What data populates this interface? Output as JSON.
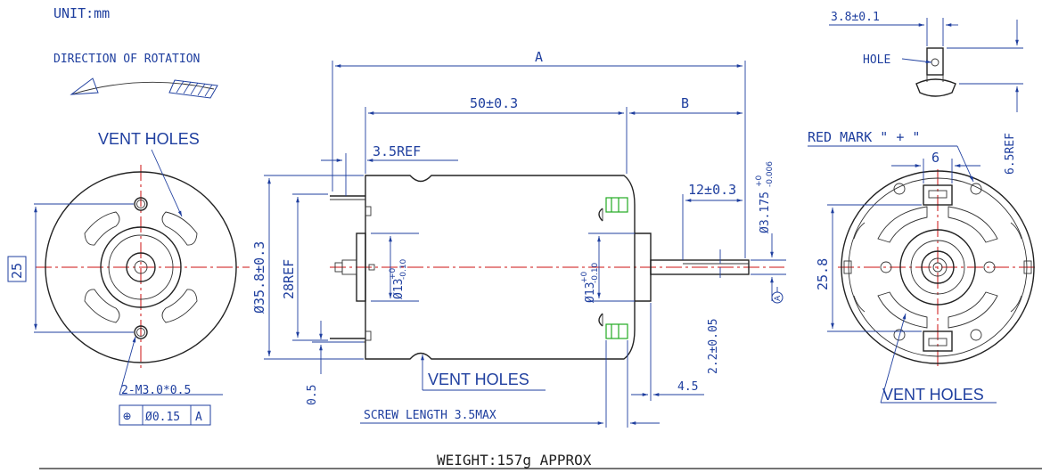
{
  "unit_label": "UNIT:mm",
  "rotation_label": "DIRECTION OF ROTATION",
  "weight_label": "WEIGHT:157g APPROX",
  "vent_holes_label": "VENT HOLES",
  "hole_label": "HOLE",
  "red_mark_label": "RED MARK \" + \"",
  "screw_length_label": "SCREW LENGTH 3.5MAX",
  "mount_screw_label": "2-M3.0*0.5",
  "tolerance_frame": {
    "symbol": "⊕",
    "value": "Ø0.15",
    "datum": "A"
  },
  "datum_a": "A",
  "dims": {
    "A": "A",
    "B": "B",
    "length_50": "50±0.3",
    "ref_3_5": "3.5REF",
    "shaft_len_12": "12±0.3",
    "dia_35_8": "Ø35.8±0.3",
    "ref_28": "28REF",
    "dia_13_left": "Ø13",
    "dia_13_right": "Ø13",
    "tol_13_upper": "+0",
    "tol_13_lower": "-0.10",
    "dim_0_5": "0.5",
    "dim_2_2": "2.2±0.05",
    "dim_4_5": "4.5",
    "shaft_dia": "Ø3.175",
    "shaft_tol_upper": "+0",
    "shaft_tol_lower": "-0.006",
    "front_25": "25",
    "back_25_8": "25.8",
    "back_6": "6",
    "tab_3_8": "3.8±0.1",
    "tab_6_5": "6.5REF"
  }
}
